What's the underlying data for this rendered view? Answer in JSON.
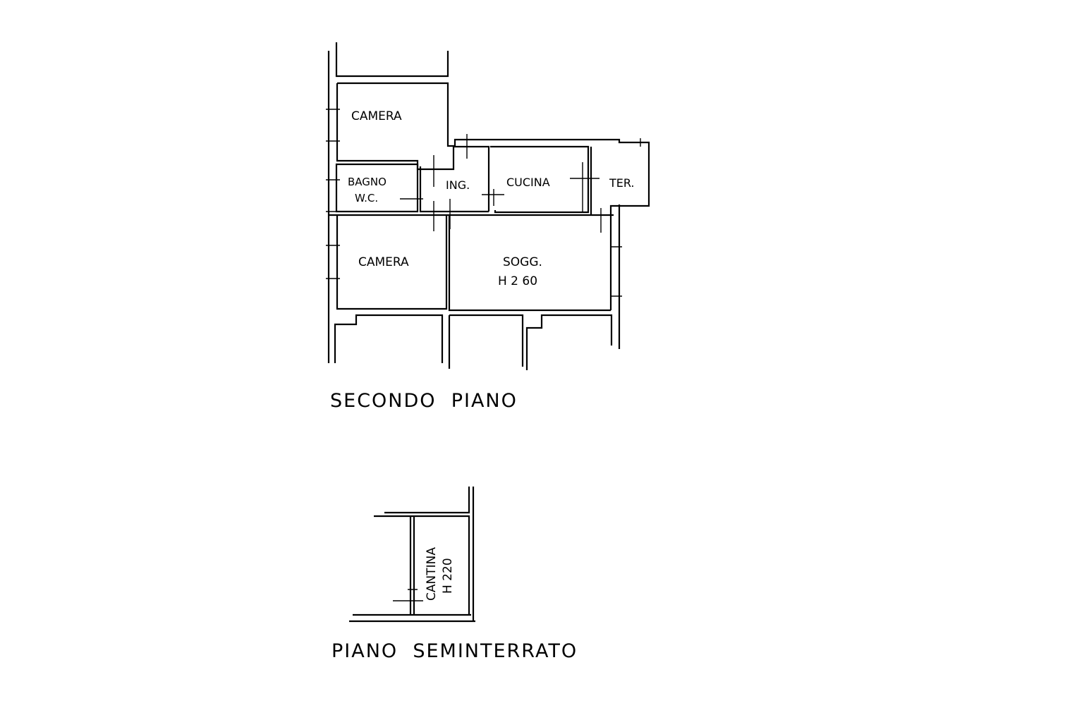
{
  "plans": {
    "second_floor": {
      "title": "SECONDO  PIANO",
      "rooms": {
        "camera_top": "CAMERA",
        "bagno": "BAGNO",
        "wc": "W.C.",
        "ingresso": "ING.",
        "cucina": "CUCINA",
        "terrazzo": "TER.",
        "camera_bottom": "CAMERA",
        "soggiorno": "SOGG.",
        "height": "H 2 60"
      }
    },
    "basement": {
      "title": "PIANO  SEMINTERRATO",
      "rooms": {
        "cantina": "CANTINA",
        "height": "H 220"
      }
    }
  }
}
